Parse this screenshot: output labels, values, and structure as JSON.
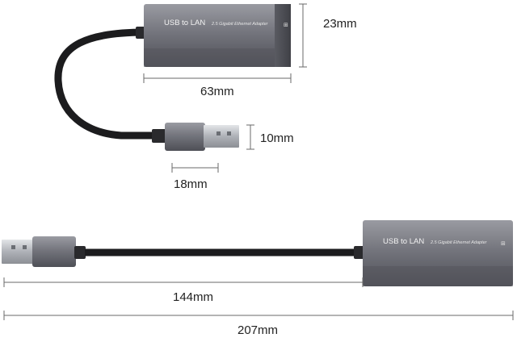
{
  "product": {
    "brand_text": "USB to LAN",
    "subtitle_text": "2.5 Gigabit Ethernet Adapter"
  },
  "dimensions": {
    "adapter_height": "23mm",
    "adapter_length": "63mm",
    "plug_height": "10mm",
    "plug_length": "18mm",
    "cable_length": "144mm",
    "total_length": "207mm"
  },
  "colors": {
    "housing_top": "#8d8e95",
    "housing_mid": "#6e6f77",
    "housing_bottom": "#4f5057",
    "cable": "#1c1c1e",
    "dimension_line": "#6a6a6a",
    "plug_metal": "#b9bcc2"
  }
}
